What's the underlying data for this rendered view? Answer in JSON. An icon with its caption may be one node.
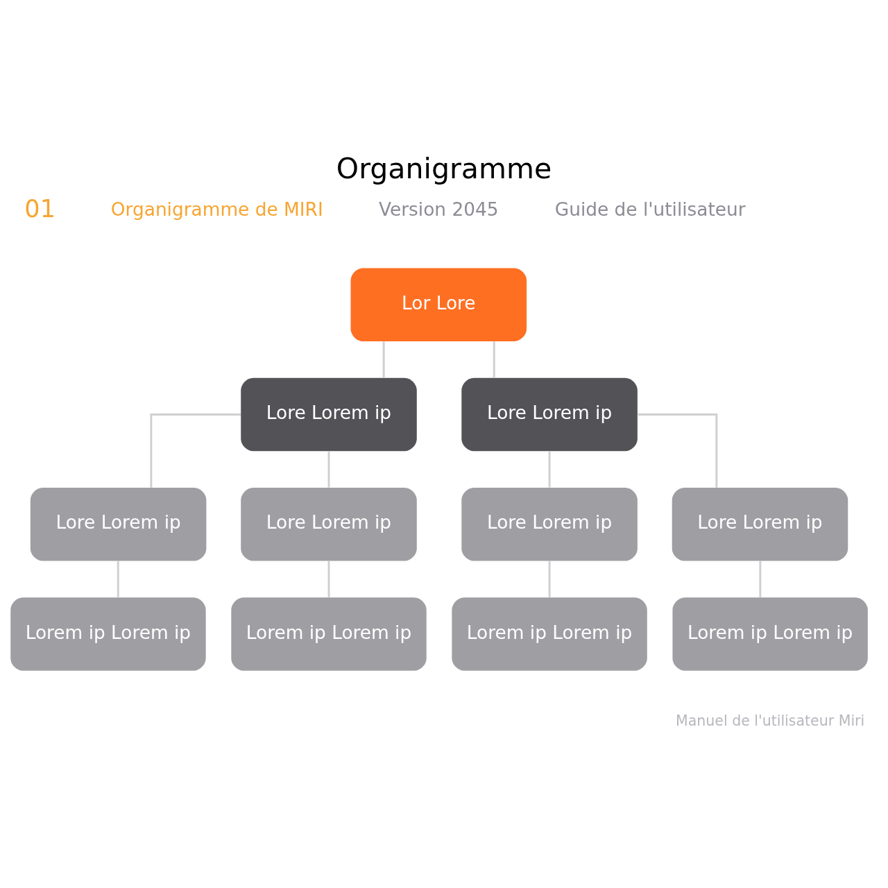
{
  "diagram": {
    "title": "Organigramme",
    "nodes": [
      {
        "text": [
          "Lor Lore"
        ]
      },
      {
        "text": [
          "Lore Lorem ip"
        ]
      },
      {
        "text": [
          "Lore Lorem ip"
        ]
      },
      {
        "text": [
          "Lore Lorem ip"
        ]
      },
      {
        "text": [
          "Lore Lorem ip"
        ]
      },
      {
        "text": [
          "Lore Lorem ip"
        ]
      },
      {
        "text": [
          "Lore Lorem ip"
        ]
      },
      {
        "text": [
          "Lorem ip Lorem ip"
        ]
      },
      {
        "text": [
          "Lorem ip Lorem ip"
        ]
      },
      {
        "text": [
          "Lorem ip Lorem ip"
        ]
      },
      {
        "text": [
          "Lorem ip Lorem ip"
        ]
      }
    ],
    "edges": [
      {
        "from": 0,
        "to": 1,
        "arrow": "none"
      },
      {
        "from": 0,
        "to": 2,
        "arrow": "none"
      },
      {
        "from": 1,
        "to": 3,
        "arrow": "none"
      },
      {
        "from": 1,
        "to": 4,
        "arrow": "none"
      },
      {
        "from": 2,
        "to": 5,
        "arrow": "none"
      },
      {
        "from": 2,
        "to": 6,
        "arrow": "none"
      },
      {
        "from": 3,
        "to": 7,
        "arrow": "none"
      },
      {
        "from": 4,
        "to": 8,
        "arrow": "none"
      },
      {
        "from": 5,
        "to": 9,
        "arrow": "none"
      },
      {
        "from": 6,
        "to": 10,
        "arrow": "none"
      }
    ],
    "labels": [
      "01",
      "Organigramme de MIRI",
      "Version 2045",
      "Guide de l'utilisateur",
      "Manuel de l'utilisateur Miri"
    ]
  }
}
